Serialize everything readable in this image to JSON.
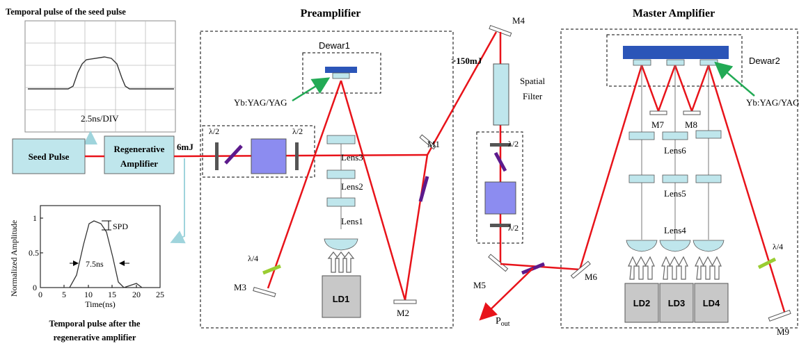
{
  "seed_scope": {
    "title": "Temporal pulse of  the seed  pulse",
    "scale": "2.5ns/DIV"
  },
  "after_scope": {
    "caption_line1": "Temporal pulse after the",
    "caption_line2": "regenerative amplifier",
    "ylabel": "Normalized  Amplitude",
    "xlabel": "Time(ns)",
    "xticks": [
      "0",
      "5",
      "10",
      "15",
      "20",
      "25"
    ],
    "yticks": [
      "0",
      "0.5",
      "1"
    ],
    "width_label": "7.5ns",
    "spd_label": "SPD"
  },
  "sections": {
    "preamplifier": "Preamplifier",
    "master_amplifier": "Master Amplifier"
  },
  "boxes": {
    "seed_pulse": "Seed Pulse",
    "regen_line1": "Regenerative",
    "regen_line2": "Amplifier"
  },
  "labels": {
    "energy_6mj": "6mJ",
    "energy_150mj": ">150mJ",
    "dewar1": "Dewar1",
    "dewar2": "Dewar2",
    "ybyag_left": "Yb:YAG/YAG",
    "ybyag_right": "Yb:YAG/YAG",
    "half_wave_1": "λ/2",
    "half_wave_2": "λ/2",
    "half_wave_3": "λ/2",
    "half_wave_4": "λ/2",
    "quarter_wave_left": "λ/4",
    "quarter_wave_right": "λ/4",
    "spatial_filter_1": "Spatial",
    "spatial_filter_2": "Filter",
    "lens1": "Lens1",
    "lens2": "Lens2",
    "lens3": "Lens3",
    "lens4": "Lens4",
    "lens5": "Lens5",
    "lens6": "Lens6",
    "m1": "M1",
    "m2": "M2",
    "m3": "M3",
    "m4": "M4",
    "m5": "M5",
    "m6": "M6",
    "m7": "M7",
    "m8": "M8",
    "m9": "M9",
    "ld1": "LD1",
    "ld2": "LD2",
    "ld3": "LD3",
    "ld4": "LD4",
    "pout_main": "P",
    "pout_sub": "out"
  },
  "colors": {
    "beam": "#e8131a",
    "box_fill": "#bfe6ec",
    "crystal_fill": "#8c8cf0",
    "waveplate": "#555555",
    "polarizer": "#5c1a8c",
    "qwp": "#9acd32",
    "dewar": "#2b55b8",
    "ld_fill": "#c8c8c8",
    "arrow_green": "#22aa55",
    "aux_arrow": "#9fd4dc"
  }
}
